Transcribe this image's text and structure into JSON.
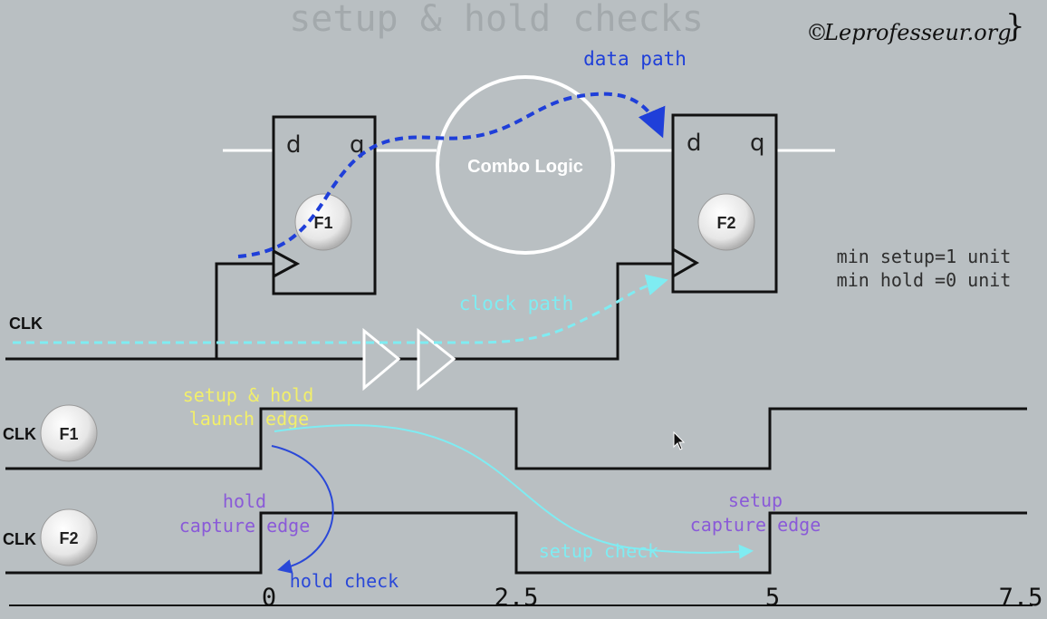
{
  "title": "setup & hold checks",
  "credit": {
    "symbol": "©",
    "name": "Leprofesseur.org",
    "brace": "}"
  },
  "labels": {
    "data_path": "data path",
    "combo_logic": "Combo Logic",
    "clock_path": "clock path",
    "clk": "CLK",
    "clk_f1": "CLK",
    "clk_f2": "CLK",
    "min_setup": "min setup=1 unit",
    "min_hold": "min hold =0 unit",
    "launch_line1": "setup & hold",
    "launch_line2": "launch edge",
    "hold_line1": "hold",
    "hold_line2": "capture edge",
    "setup_line1": "setup",
    "setup_line2": "capture edge",
    "setup_check": "setup check",
    "hold_check": "hold check"
  },
  "flops": [
    {
      "name": "F1",
      "d": "d",
      "q": "q"
    },
    {
      "name": "F2",
      "d": "d",
      "q": "q"
    }
  ],
  "badges": {
    "f1": "F1",
    "f2": "F2"
  },
  "time_axis": [
    "0",
    "2.5",
    "5",
    "7.5"
  ],
  "colors": {
    "background": "#b9bfc2",
    "title": "#a3a9ac",
    "data_path": "#1f3fd9",
    "clock_path": "#7fecf2",
    "launch_label": "#f2ef6a",
    "capture_label": "#8a5ad8",
    "setup_check": "#7fecf2",
    "hold_check": "#2a48d8",
    "wire": "#111111",
    "white": "#ffffff"
  }
}
